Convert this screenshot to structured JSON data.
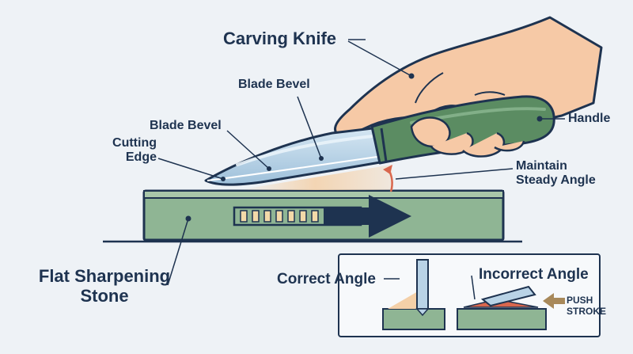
{
  "labels": {
    "carving_knife": "Carving Knife",
    "blade_bevel_top": "Blade Bevel",
    "blade_bevel_mid": "Blade Bevel",
    "cutting_edge_l1": "Cutting",
    "cutting_edge_l2": "Edge",
    "handle": "Handle",
    "maintain_l1": "Maintain",
    "maintain_l2": "Steady Angle",
    "stone_l1": "Flat Sharpening",
    "stone_l2": "Stone",
    "correct_angle": "Correct Angle",
    "incorrect_angle": "Incorrect Angle",
    "push_l1": "PUSH",
    "push_l2": "STROKE"
  },
  "colors": {
    "background": "#eef2f6",
    "outline": "#1e3350",
    "stone": "#8fb594",
    "stone_top": "#a9c7aa",
    "handle": "#5b8c62",
    "blade": "#b9d3e6",
    "skin": "#f6c9a6",
    "direction_arrow": "#1e3350",
    "direction_dashes": "#f3d9a8",
    "angle_fill": "#f4d0a8",
    "incorrect_fill": "#d9674e",
    "push_arrow": "#a8895a"
  }
}
